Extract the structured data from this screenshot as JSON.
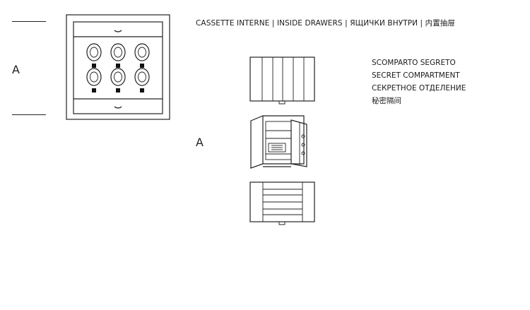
{
  "heading": "CASSETTE INTERNE | INSIDE DRAWERS | ЯЩИЧКИ ВНУТРИ | 内置抽屉",
  "callout_left": "A",
  "callout_middle": "A",
  "caption": [
    "SCOMPARTO SEGRETO",
    "SECRET COMPARTMENT",
    "СЕКРЕТНОЕ ОТДЕЛЕНИЕ",
    "秘密隔间"
  ],
  "icons": {
    "front_panel": "drawer-front-panel-with-six-knobs",
    "secret_compartment_front": "secret-compartment-slatted-front",
    "open_safe": "open-safe-with-drawers",
    "drawer_unit": "three-drawer-unit"
  }
}
